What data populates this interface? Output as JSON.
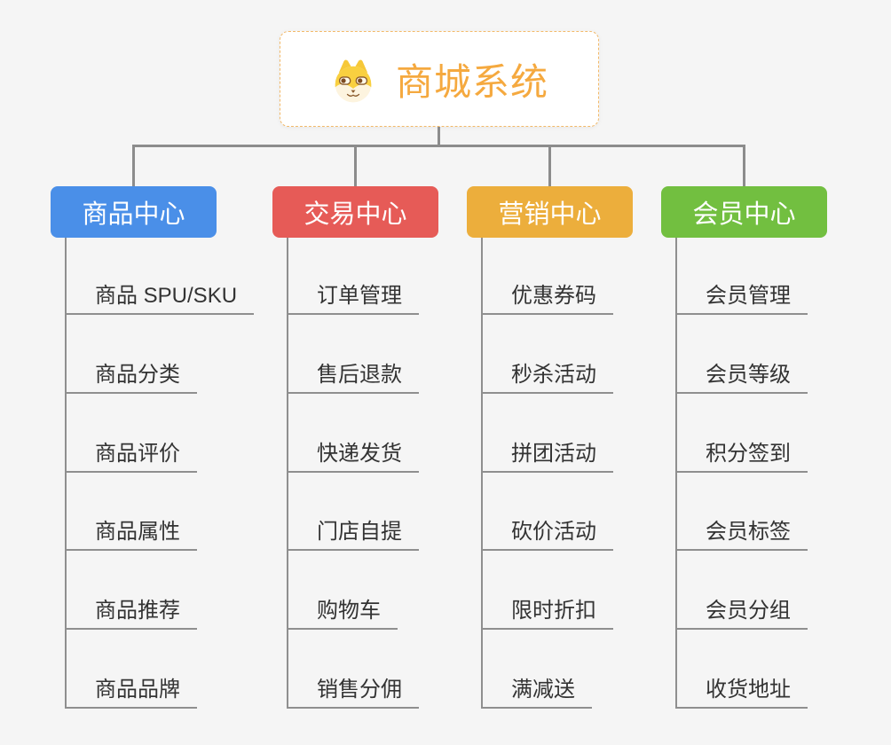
{
  "canvas": {
    "background": "#f5f5f5"
  },
  "root": {
    "title": "商城系统",
    "title_color": "#f5a93f",
    "border_color": "#f2b969",
    "icon": "doge-mascot-icon"
  },
  "connector_color": "#8c8c8c",
  "branches": [
    {
      "label": "商品中心",
      "color": "#4a8fe8",
      "items": [
        "商品 SPU/SKU",
        "商品分类",
        "商品评价",
        "商品属性",
        "商品推荐",
        "商品品牌"
      ]
    },
    {
      "label": "交易中心",
      "color": "#e65b57",
      "items": [
        "订单管理",
        "售后退款",
        "快递发货",
        "门店自提",
        "购物车",
        "销售分佣"
      ]
    },
    {
      "label": "营销中心",
      "color": "#ecae3c",
      "items": [
        "优惠券码",
        "秒杀活动",
        "拼团活动",
        "砍价活动",
        "限时折扣",
        "满减送"
      ]
    },
    {
      "label": "会员中心",
      "color": "#72bf40",
      "items": [
        "会员管理",
        "会员等级",
        "积分签到",
        "会员标签",
        "会员分组",
        "收货地址"
      ]
    }
  ]
}
